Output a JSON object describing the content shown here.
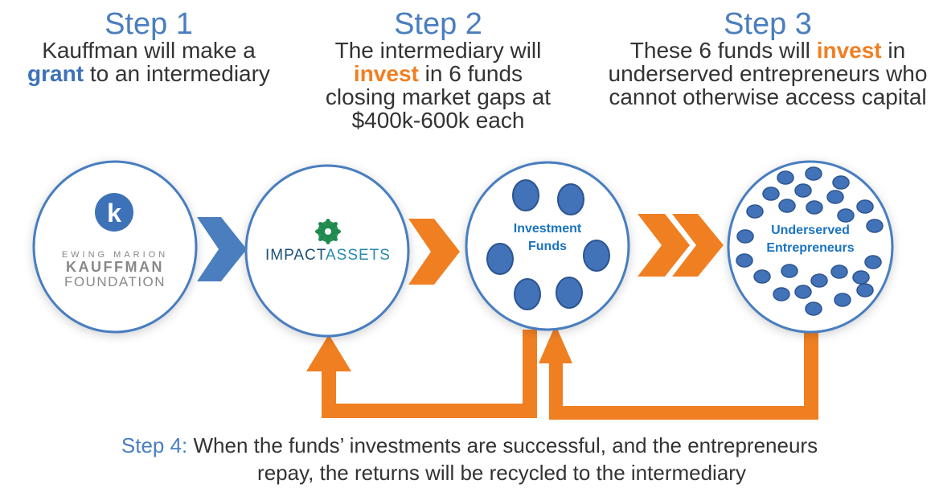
{
  "steps": [
    {
      "title": "Step 1",
      "line1": "Kauffman will make a",
      "bold": "grant",
      "line2_rest": " to an intermediary"
    },
    {
      "title": "Step 2",
      "line1": "The intermediary will",
      "bold": "invest",
      "line2_rest": " in 6 funds",
      "line3": "closing market gaps at",
      "line4": "$400k-600k each"
    },
    {
      "title": "Step 3",
      "line1_pre": "These 6 funds will ",
      "bold": "invest",
      "line1_post": " in",
      "line2": "underserved entrepreneurs who",
      "line3": "cannot otherwise access capital"
    }
  ],
  "nodes": {
    "kauffman": {
      "logo_letter": "k",
      "line1": "EWING MARION",
      "line2": "KAUFFMAN",
      "line3": "FOUNDATION"
    },
    "impact": {
      "part1": "IMPACT",
      "part2": "ASSETS"
    },
    "funds": {
      "line1": "Investment",
      "line2": "Funds",
      "count": 6
    },
    "entrepreneurs": {
      "line1": "Underserved",
      "line2": "Entrepreneurs"
    }
  },
  "step4": {
    "label": "Step 4:",
    "text1": " When the funds’ investments are successful, and the entrepreneurs",
    "text2": "repay, the returns will be recycled to the intermediary"
  },
  "colors": {
    "blue": "#4a7ebf",
    "orange": "#f07f22",
    "dot": "#4272b8",
    "text": "#333333"
  }
}
